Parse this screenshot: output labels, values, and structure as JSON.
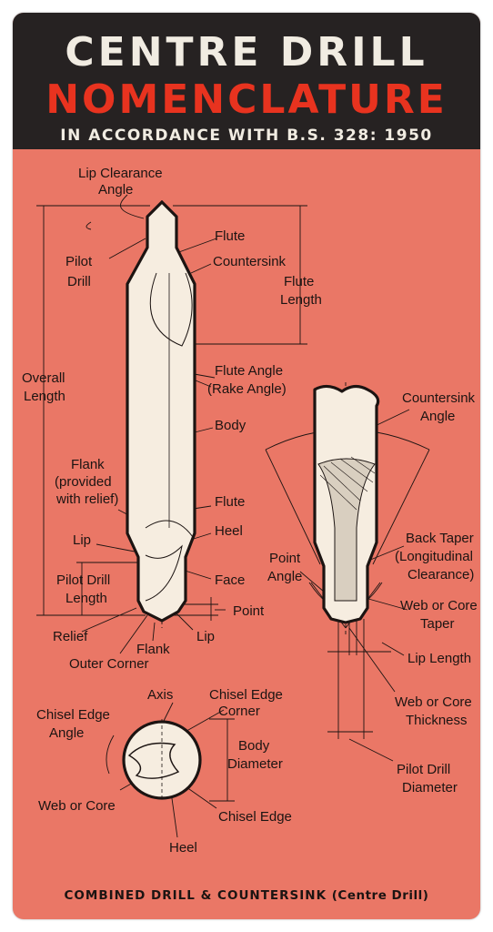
{
  "header": {
    "title_line1": "CENTRE DRILL",
    "title_line2": "NOMENCLATURE",
    "subtitle": "IN ACCORDANCE WITH B.S. 328: 1950"
  },
  "labels": {
    "lip_clearance_angle_1": "Lip Clearance",
    "lip_clearance_angle_2": "Angle",
    "flute_top": "Flute",
    "countersink": "Countersink",
    "pilot_drill_1": "Pilot",
    "pilot_drill_2": "Drill",
    "flute_length_1": "Flute",
    "flute_length_2": "Length",
    "overall_length_1": "Overall",
    "overall_length_2": "Length",
    "flute_angle_1": "Flute Angle",
    "flute_angle_2": "(Rake Angle)",
    "body": "Body",
    "flank_relief_1": "Flank",
    "flank_relief_2": "(provided",
    "flank_relief_3": "with relief)",
    "flute_mid": "Flute",
    "heel": "Heel",
    "lip_left": "Lip",
    "pilot_drill_length_1": "Pilot Drill",
    "pilot_drill_length_2": "Length",
    "face": "Face",
    "point": "Point",
    "relief": "Relief",
    "flank_bottom": "Flank",
    "lip_bottom": "Lip",
    "outer_corner": "Outer Corner",
    "countersink_angle_1": "Countersink",
    "countersink_angle_2": "Angle",
    "back_taper_1": "Back Taper",
    "back_taper_2": "(Longitudinal",
    "back_taper_3": "Clearance)",
    "point_angle_1": "Point",
    "point_angle_2": "Angle",
    "web_core_taper_1": "Web or Core",
    "web_core_taper_2": "Taper",
    "lip_length": "Lip Length",
    "web_core_thickness_1": "Web or Core",
    "web_core_thickness_2": "Thickness",
    "pilot_drill_diameter_1": "Pilot Drill",
    "pilot_drill_diameter_2": "Diameter",
    "axis": "Axis",
    "chisel_edge_corner_1": "Chisel Edge",
    "chisel_edge_corner_2": "Corner",
    "chisel_edge_angle_1": "Chisel Edge",
    "chisel_edge_angle_2": "Angle",
    "body_diameter_1": "Body",
    "body_diameter_2": "Diameter",
    "web_or_core": "Web or Core",
    "chisel_edge": "Chisel Edge",
    "heel_bottom": "Heel"
  },
  "footer": {
    "main": "COMBINED DRILL & COUNTERSINK",
    "paren": "(Centre Drill)"
  },
  "colors": {
    "card": "#ea7766",
    "header_bg": "#262222",
    "title_red": "#e8331f",
    "title_cream": "#f1ece2",
    "drill_fill": "#f6ede0"
  }
}
